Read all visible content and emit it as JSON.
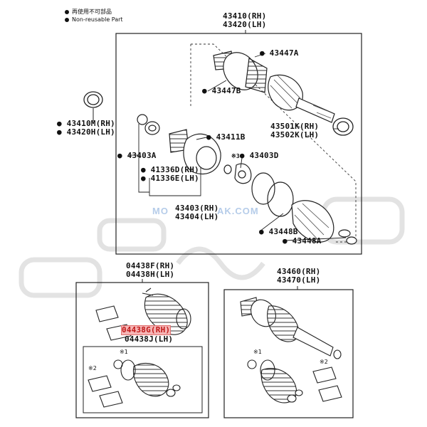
{
  "legend": {
    "nonreusable_jp": "再使用不可部品",
    "nonreusable_en": "Non-reusable Part"
  },
  "watermark": {
    "left": "MO",
    "right": "AK.COM"
  },
  "top_group": {
    "header": [
      "43410(RH)",
      "43420(LH)"
    ],
    "parts": {
      "p43447a": "43447A",
      "p43447b": "43447B",
      "p43501": [
        "43501K(RH)",
        "43502K(LH)"
      ],
      "p43411b": "43411B",
      "p43403a": "43403A",
      "p43403d_mark": "※3",
      "p43403d": "43403D",
      "p41336": [
        "41336D(RH)",
        "41336E(LH)"
      ],
      "p43403": [
        "43403(RH)",
        "43404(LH)"
      ],
      "p43448b": "43448B",
      "p43448a": "43448A"
    }
  },
  "left_part": [
    "43410M(RH)",
    "43420H(LH)"
  ],
  "kit_left": {
    "header": [
      "04438F(RH)",
      "04438H(LH)"
    ],
    "highlight": "04438G(RH)",
    "sub": "04438J(LH)",
    "mark1": "※1",
    "mark2": "※2"
  },
  "kit_right": {
    "header": [
      "43460(RH)",
      "43470(LH)"
    ],
    "mark1": "※1",
    "mark2": "※2"
  },
  "colors": {
    "line": "#222222",
    "highlight_bg": "#f6b5b5",
    "highlight_text": "#c01818",
    "watermark": "#7aa3d8"
  }
}
